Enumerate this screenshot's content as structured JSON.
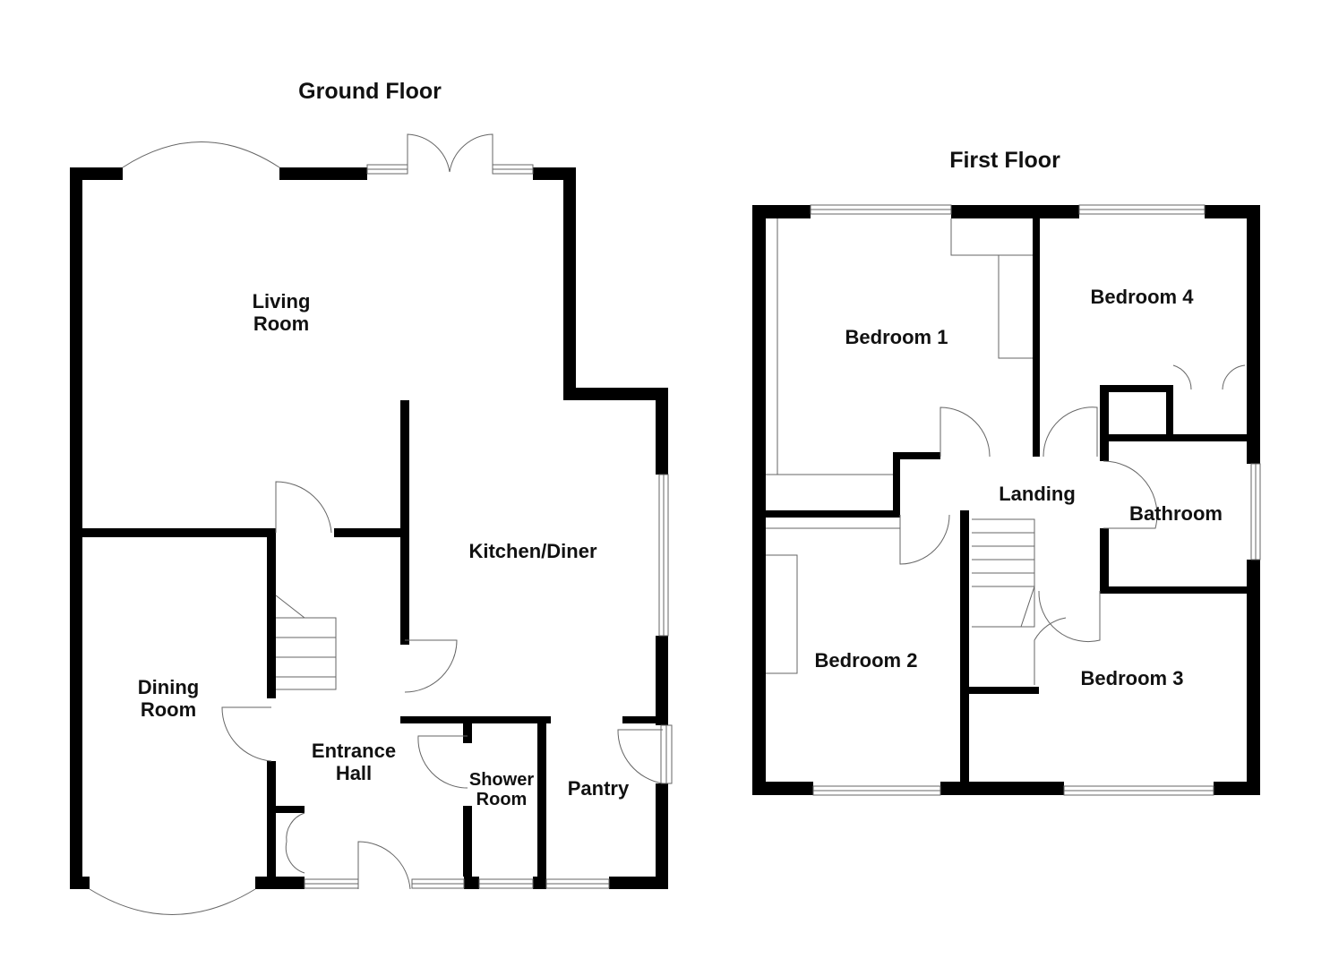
{
  "ground_floor": {
    "title": "Ground Floor",
    "rooms": {
      "living_room": [
        "Living",
        "Room"
      ],
      "kitchen_diner": "Kitchen/Diner",
      "dining_room": [
        "Dining",
        "Room"
      ],
      "entrance_hall": [
        "Entrance",
        "Hall"
      ],
      "shower_room": [
        "Shower",
        "Room"
      ],
      "pantry": "Pantry"
    }
  },
  "first_floor": {
    "title": "First Floor",
    "rooms": {
      "bedroom_1": "Bedroom 1",
      "bedroom_2": "Bedroom 2",
      "bedroom_3": "Bedroom 3",
      "bedroom_4": "Bedroom 4",
      "landing": "Landing",
      "bathroom": "Bathroom"
    }
  },
  "colors": {
    "wall": "#000000",
    "fixture": "#666666"
  }
}
